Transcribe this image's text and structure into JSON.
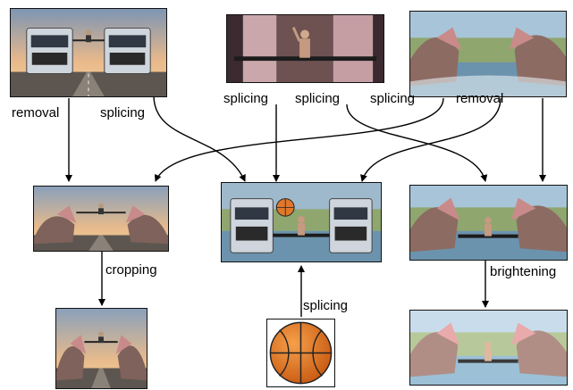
{
  "nodes": [
    {
      "id": "trucks",
      "scene": "trucks-road-sunset",
      "icon": "image-thumbnail-icon"
    },
    {
      "id": "splits-man",
      "scene": "man-doing-splits-indoors",
      "icon": "image-thumbnail-icon"
    },
    {
      "id": "hippos",
      "scene": "two-hippos-in-water",
      "icon": "image-thumbnail-icon"
    },
    {
      "id": "hippos-road",
      "scene": "hippos-on-road-with-man",
      "icon": "image-thumbnail-icon"
    },
    {
      "id": "trucks-composite",
      "scene": "trucks-man-splits-basketball-in-water",
      "icon": "image-thumbnail-icon"
    },
    {
      "id": "hippos-composite",
      "scene": "hippos-man-splits-in-water",
      "icon": "image-thumbnail-icon"
    },
    {
      "id": "hippos-road-cropped",
      "scene": "cropped-hippos-road",
      "icon": "image-thumbnail-icon"
    },
    {
      "id": "basketball",
      "scene": "basketball",
      "icon": "basketball-icon"
    },
    {
      "id": "hippos-composite-bright",
      "scene": "brightened-hippos-composite",
      "icon": "image-thumbnail-icon"
    }
  ],
  "edge_labels": {
    "trucks_removal": "removal",
    "trucks_splicing": "splicing",
    "man_splicing_1": "splicing",
    "man_splicing_2": "splicing",
    "hippos_splicing": "splicing",
    "hippos_removal": "removal",
    "cropping": "cropping",
    "basketball_splicing": "splicing",
    "brightening": "brightening"
  }
}
